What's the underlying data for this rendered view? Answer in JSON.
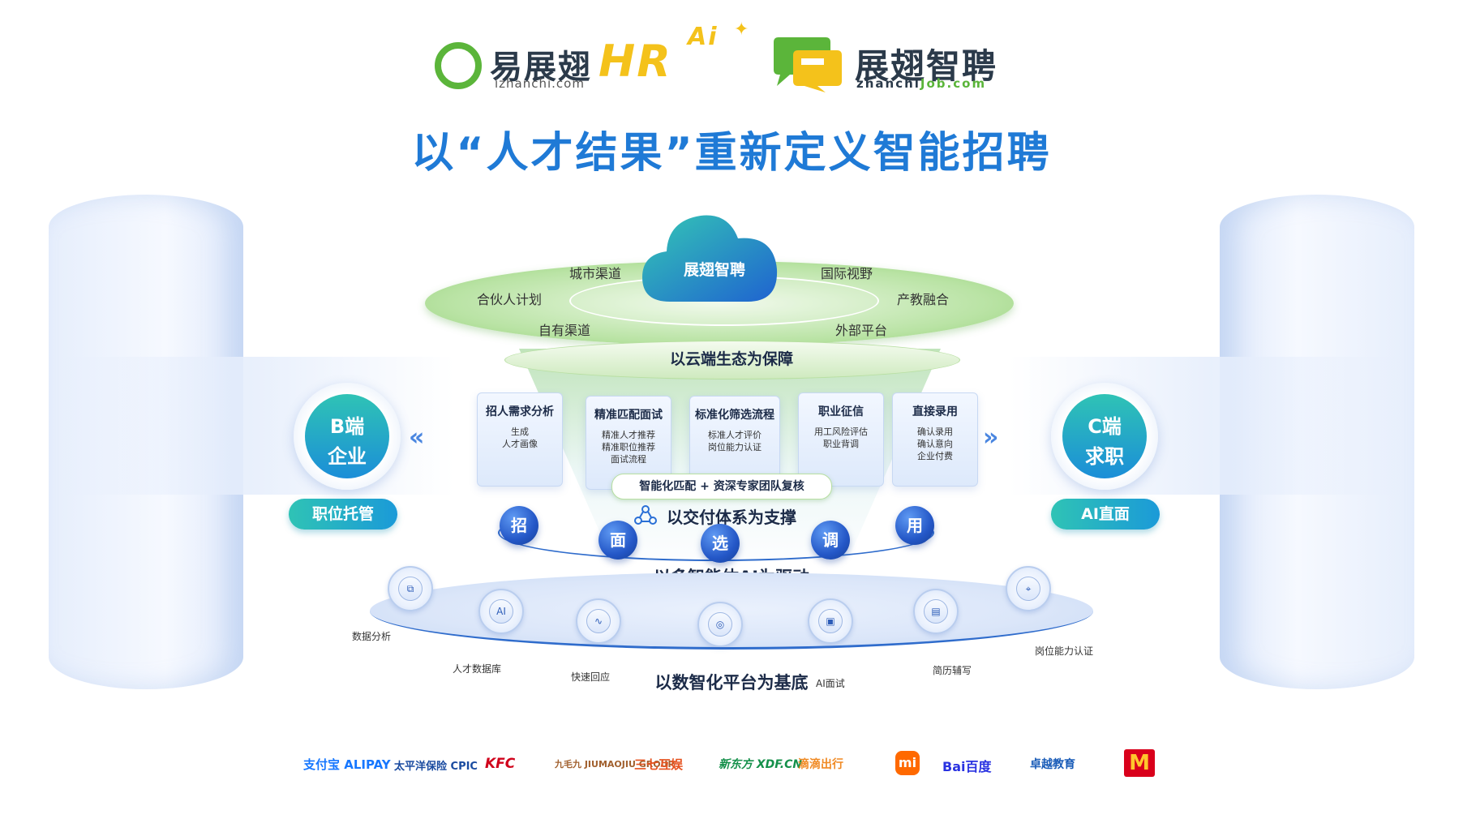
{
  "header": {
    "brand1_name": "易展翅",
    "brand1_url": "izhanchi.com",
    "hr_badge": "HR",
    "ai_badge": "Ai",
    "brand2_name": "展翅智聘",
    "brand2_url_prefix": "zhanchi",
    "brand2_url_suffix": "Job.com",
    "title": "以“人才结果”重新定义智能招聘"
  },
  "cloud": {
    "label": "展翅智聘",
    "channels": [
      "城市渠道",
      "合伙人计划",
      "自有渠道",
      "国际视野",
      "产教融合",
      "外部平台"
    ],
    "tier_label": "以云端生态为保障"
  },
  "b_side": {
    "line1": "B端",
    "line2": "企业",
    "pill": "职位托管"
  },
  "c_side": {
    "line1": "C端",
    "line2": "求职",
    "pill": "AI直面"
  },
  "cards": [
    {
      "title": "招人需求分析",
      "lines": [
        "生成",
        "人才画像"
      ]
    },
    {
      "title": "精准匹配面试",
      "lines": [
        "精准人才推荐",
        "精准职位推荐",
        "面试流程"
      ]
    },
    {
      "title": "标准化筛选流程",
      "lines": [
        "标准人才评价",
        "岗位能力认证"
      ]
    },
    {
      "title": "职业征信",
      "lines": [
        "用工风险评估",
        "职业背调"
      ]
    },
    {
      "title": "直接录用",
      "lines": [
        "确认录用",
        "确认意向",
        "企业付费"
      ]
    }
  ],
  "review_bar": "智能化匹配 + 资深专家团队复核",
  "delivery_label": "以交付体系为支撑",
  "steps": [
    "招",
    "面",
    "选",
    "调",
    "用"
  ],
  "ai_label": "以多智能体AI为驱动",
  "platform": {
    "label": "以数智化平台为基底",
    "features": [
      "数据分析",
      "人才数据库",
      "快速回应",
      "AI面试",
      "简历辅写",
      "岗位能力认证"
    ],
    "icons": [
      "collaboration-icon",
      "ai-chip-icon",
      "pulse-icon",
      "target-icon",
      "video-icon",
      "profile-card-icon",
      "scan-user-icon"
    ]
  },
  "partners": [
    "支付宝 ALIPAY",
    "太平洋保险 CPIC",
    "KFC",
    "九毛九 JIUMAOJIU GROUP",
    "三七互娱",
    "新东方 XDF.CN",
    "滴滴出行",
    "mi",
    "Bai百度",
    "卓越教育",
    "M"
  ],
  "colors": {
    "green": "#5bb53a",
    "blue": "#2a6fd6",
    "teal": "#1fb5a0",
    "navy": "#1c2b48"
  }
}
